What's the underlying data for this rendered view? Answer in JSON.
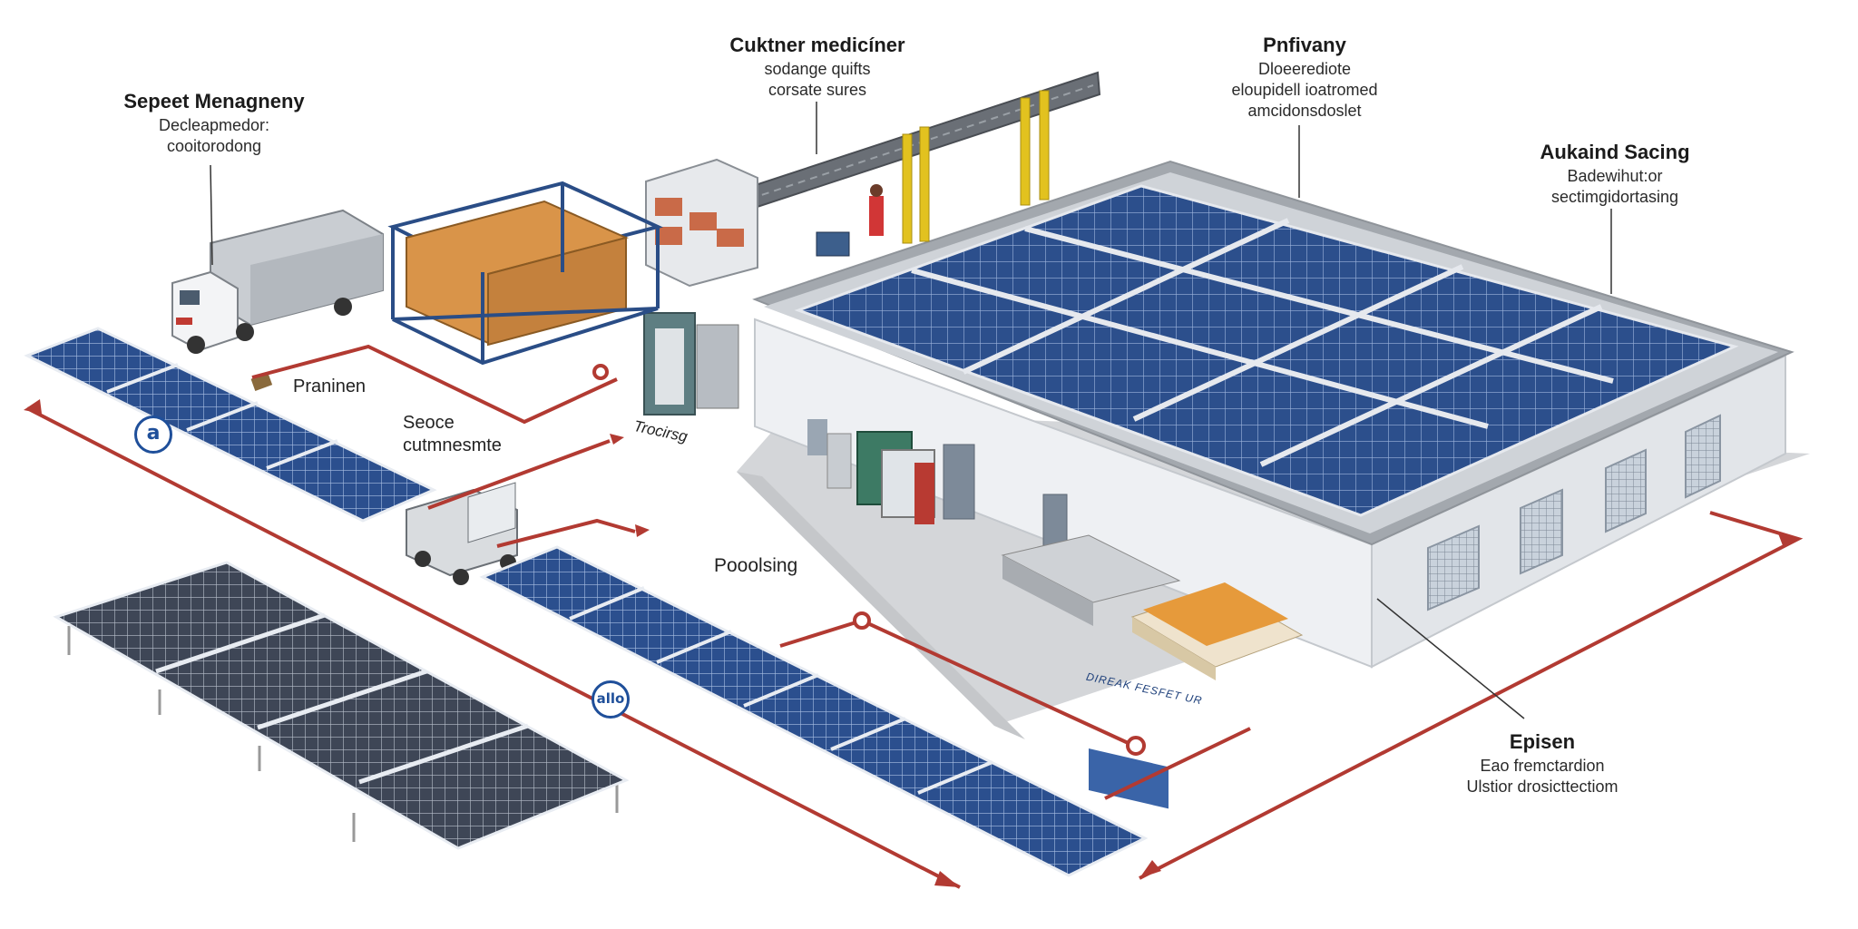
{
  "callouts": {
    "top_left": {
      "title": "Sepeet Menagneny",
      "line1": "Decleapmedor:",
      "line2": "cooitorodong"
    },
    "top_center": {
      "title": "Cuktner medicíner",
      "line1": "sodange quifts",
      "line2": "corsate sures"
    },
    "top_right": {
      "title": "Pnfivany",
      "line1": "Dloeerediote",
      "line2": "eloupidell ioatromed",
      "line3": "amcidonsdoslet"
    },
    "far_right": {
      "title": "Aukaind Sacing",
      "line1": "Badewihut:or",
      "line2": "sectimgidortasing"
    },
    "bottom_right": {
      "title": "Episen",
      "line1": "Eao fremctardion",
      "line2": "Ulstior drosicttectiom"
    }
  },
  "labels": {
    "pranimen": "Praninen",
    "seoce_1": "Seoce",
    "seoce_2": "cutmnesmte",
    "trocirsg": "Trocirsg",
    "pooolsing": "Pooolsing",
    "floor_text": "DIREAK FESFET UR",
    "badge_a": "a",
    "badge_b": "allo"
  },
  "colors": {
    "flow_arrow": "#b23a32",
    "panel": "#2b4f8e",
    "panel_dark": "#3e4656",
    "building_wall": "#eceff2",
    "roof_trim": "#9aa0a6",
    "crane": "#e2c21f",
    "badge": "#1f4f9a"
  }
}
